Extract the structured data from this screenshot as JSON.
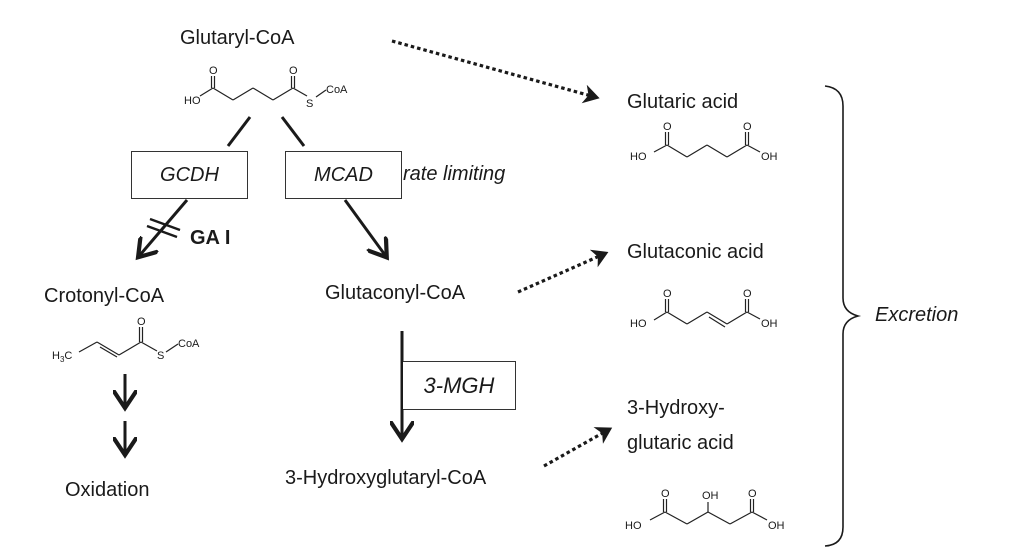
{
  "title": "Glutaryl-CoA metabolism and excretion pathway",
  "compounds": {
    "glutaryl_coa": "Glutaryl-CoA",
    "crotonyl_coa": "Crotonyl-CoA",
    "glutaconyl_coa": "Glutaconyl-CoA",
    "hydroxyglutaryl_coa": "3-Hydroxyglutaryl-CoA",
    "oxidation": "Oxidation",
    "glutaric_acid": "Glutaric acid",
    "glutaconic_acid": "Glutaconic acid",
    "hydroxyglutaric_acid_line1": "3-Hydroxy-",
    "hydroxyglutaric_acid_line2": "glutaric acid"
  },
  "enzymes": {
    "gcdh": "GCDH",
    "mcad": "MCAD",
    "mgh": "3-MGH"
  },
  "annotations": {
    "rate_limiting": "rate limiting",
    "block_label": "GA I",
    "excretion": "Excretion"
  },
  "atoms": {
    "ho": "HO",
    "oh": "OH",
    "o": "O",
    "s": "S",
    "coa": "CoA",
    "h3c": "H",
    "h3c_sub": "3",
    "h3c_c": "C"
  }
}
